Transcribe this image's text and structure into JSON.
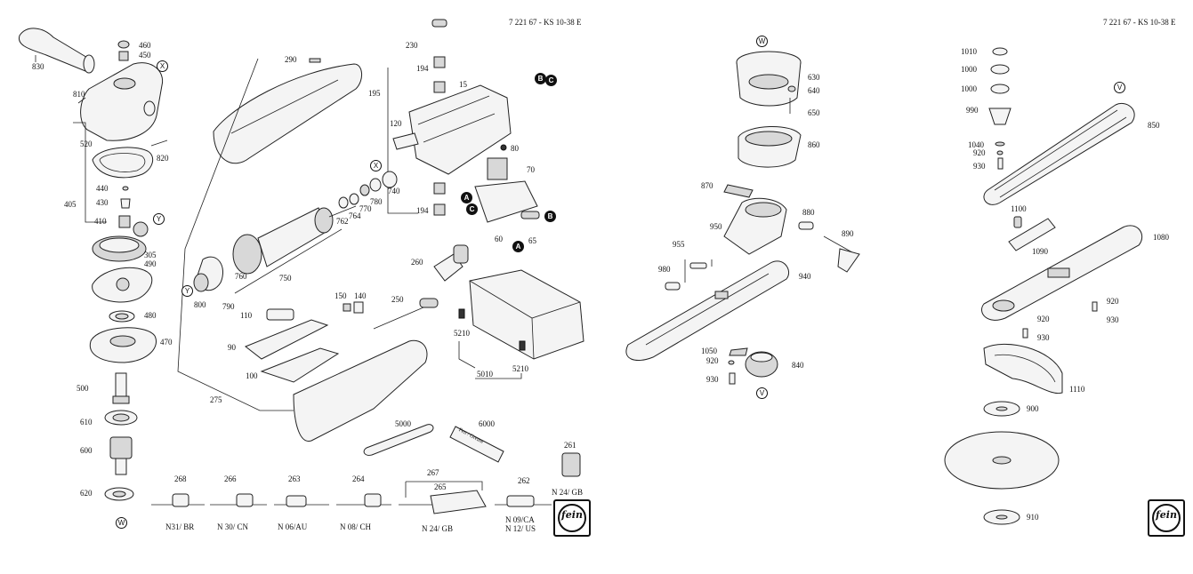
{
  "sheets": [
    {
      "header": "7 221 67 - KS 10-38 E"
    },
    {
      "header": "7 221 67 - KS 10-38 E"
    }
  ],
  "logo_text": "fein",
  "part_labels": [
    "460",
    "450",
    "830",
    "810",
    "520",
    "820",
    "440",
    "430",
    "405",
    "410",
    "305",
    "490",
    "480",
    "470",
    "500",
    "610",
    "600",
    "620",
    "290",
    "230",
    "194",
    "15",
    "195",
    "120",
    "80",
    "70",
    "740",
    "780",
    "770",
    "764",
    "762",
    "750",
    "760",
    "790",
    "800",
    "260",
    "60",
    "65",
    "150",
    "140",
    "250",
    "110",
    "90",
    "100",
    "275",
    "5210",
    "5010",
    "5000",
    "6000",
    "261",
    "267",
    "265",
    "262",
    "268",
    "266",
    "263",
    "264",
    "630",
    "640",
    "650",
    "860",
    "870",
    "950",
    "880",
    "890",
    "955",
    "980",
    "940",
    "1050",
    "920",
    "930",
    "840",
    "1010",
    "1000",
    "990",
    "850",
    "1040",
    "1100",
    "1090",
    "1080",
    "1110",
    "900",
    "910"
  ],
  "cable_captions": [
    "N31/ BR",
    "N 30/ CN",
    "N 06/AU",
    "N 08/ CH",
    "N 24/ GB",
    "N 09/CA",
    "N 12/ US",
    "N 24/ GB"
  ],
  "markers": [
    "X",
    "Y",
    "A",
    "B",
    "C",
    "V",
    "W"
  ],
  "grease_tube_text": "Fett / Grease"
}
